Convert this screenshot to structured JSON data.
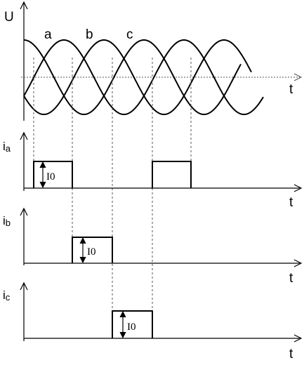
{
  "colors": {
    "ink": "#000000",
    "background": "#ffffff",
    "guide": "#555555"
  },
  "top_panel": {
    "y_label": "U",
    "x_label": "t",
    "phase_labels": [
      "a",
      "b",
      "c"
    ]
  },
  "current_panels": [
    {
      "y_label_main": "i",
      "y_label_sub": "a",
      "x_label": "t",
      "amplitude_label": "I0"
    },
    {
      "y_label_main": "i",
      "y_label_sub": "b",
      "x_label": "t",
      "amplitude_label": "I0"
    },
    {
      "y_label_main": "i",
      "y_label_sub": "c",
      "x_label": "t",
      "amplitude_label": "I0"
    }
  ]
}
